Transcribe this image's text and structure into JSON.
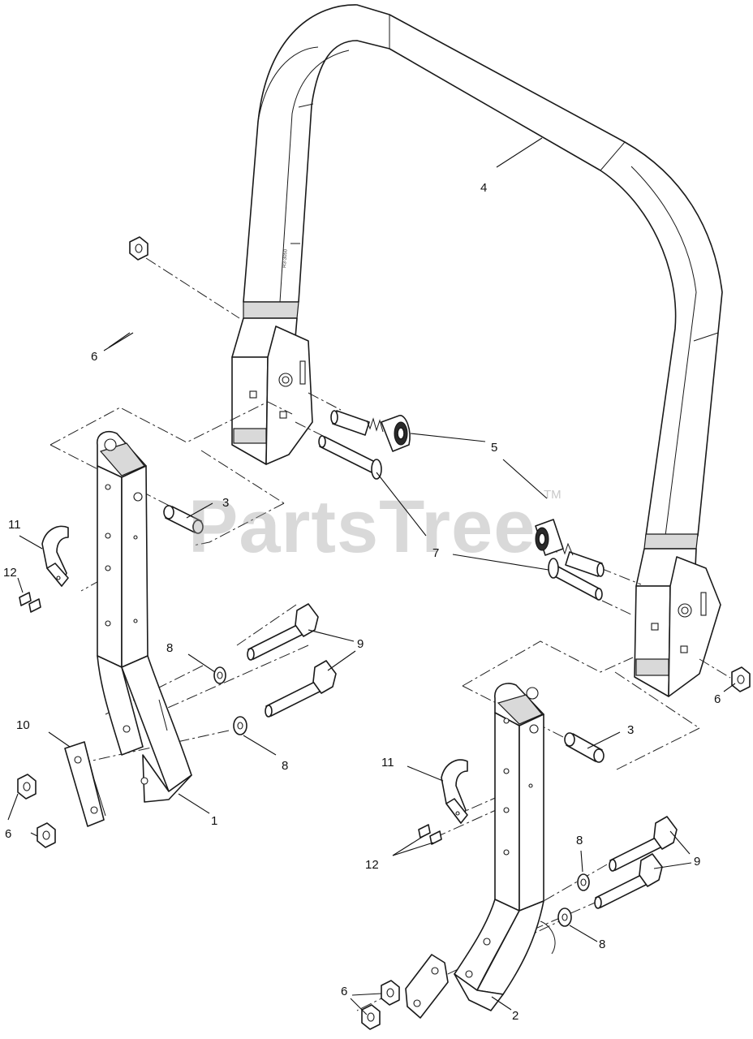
{
  "watermark": {
    "text": "PartsTree",
    "trademark": "TM"
  },
  "part_stamp": "R3-3050",
  "callouts": {
    "c1": "1",
    "c2": "2",
    "c3a": "3",
    "c3b": "3",
    "c4": "4",
    "c5": "5",
    "c6a": "6",
    "c6b": "6",
    "c6c": "6",
    "c6d": "6",
    "c7": "7",
    "c8a": "8",
    "c8b": "8",
    "c8c": "8",
    "c8d": "8",
    "c9a": "9",
    "c9b": "9",
    "c10": "10",
    "c11a": "11",
    "c11b": "11",
    "c12a": "12",
    "c12b": "12"
  }
}
